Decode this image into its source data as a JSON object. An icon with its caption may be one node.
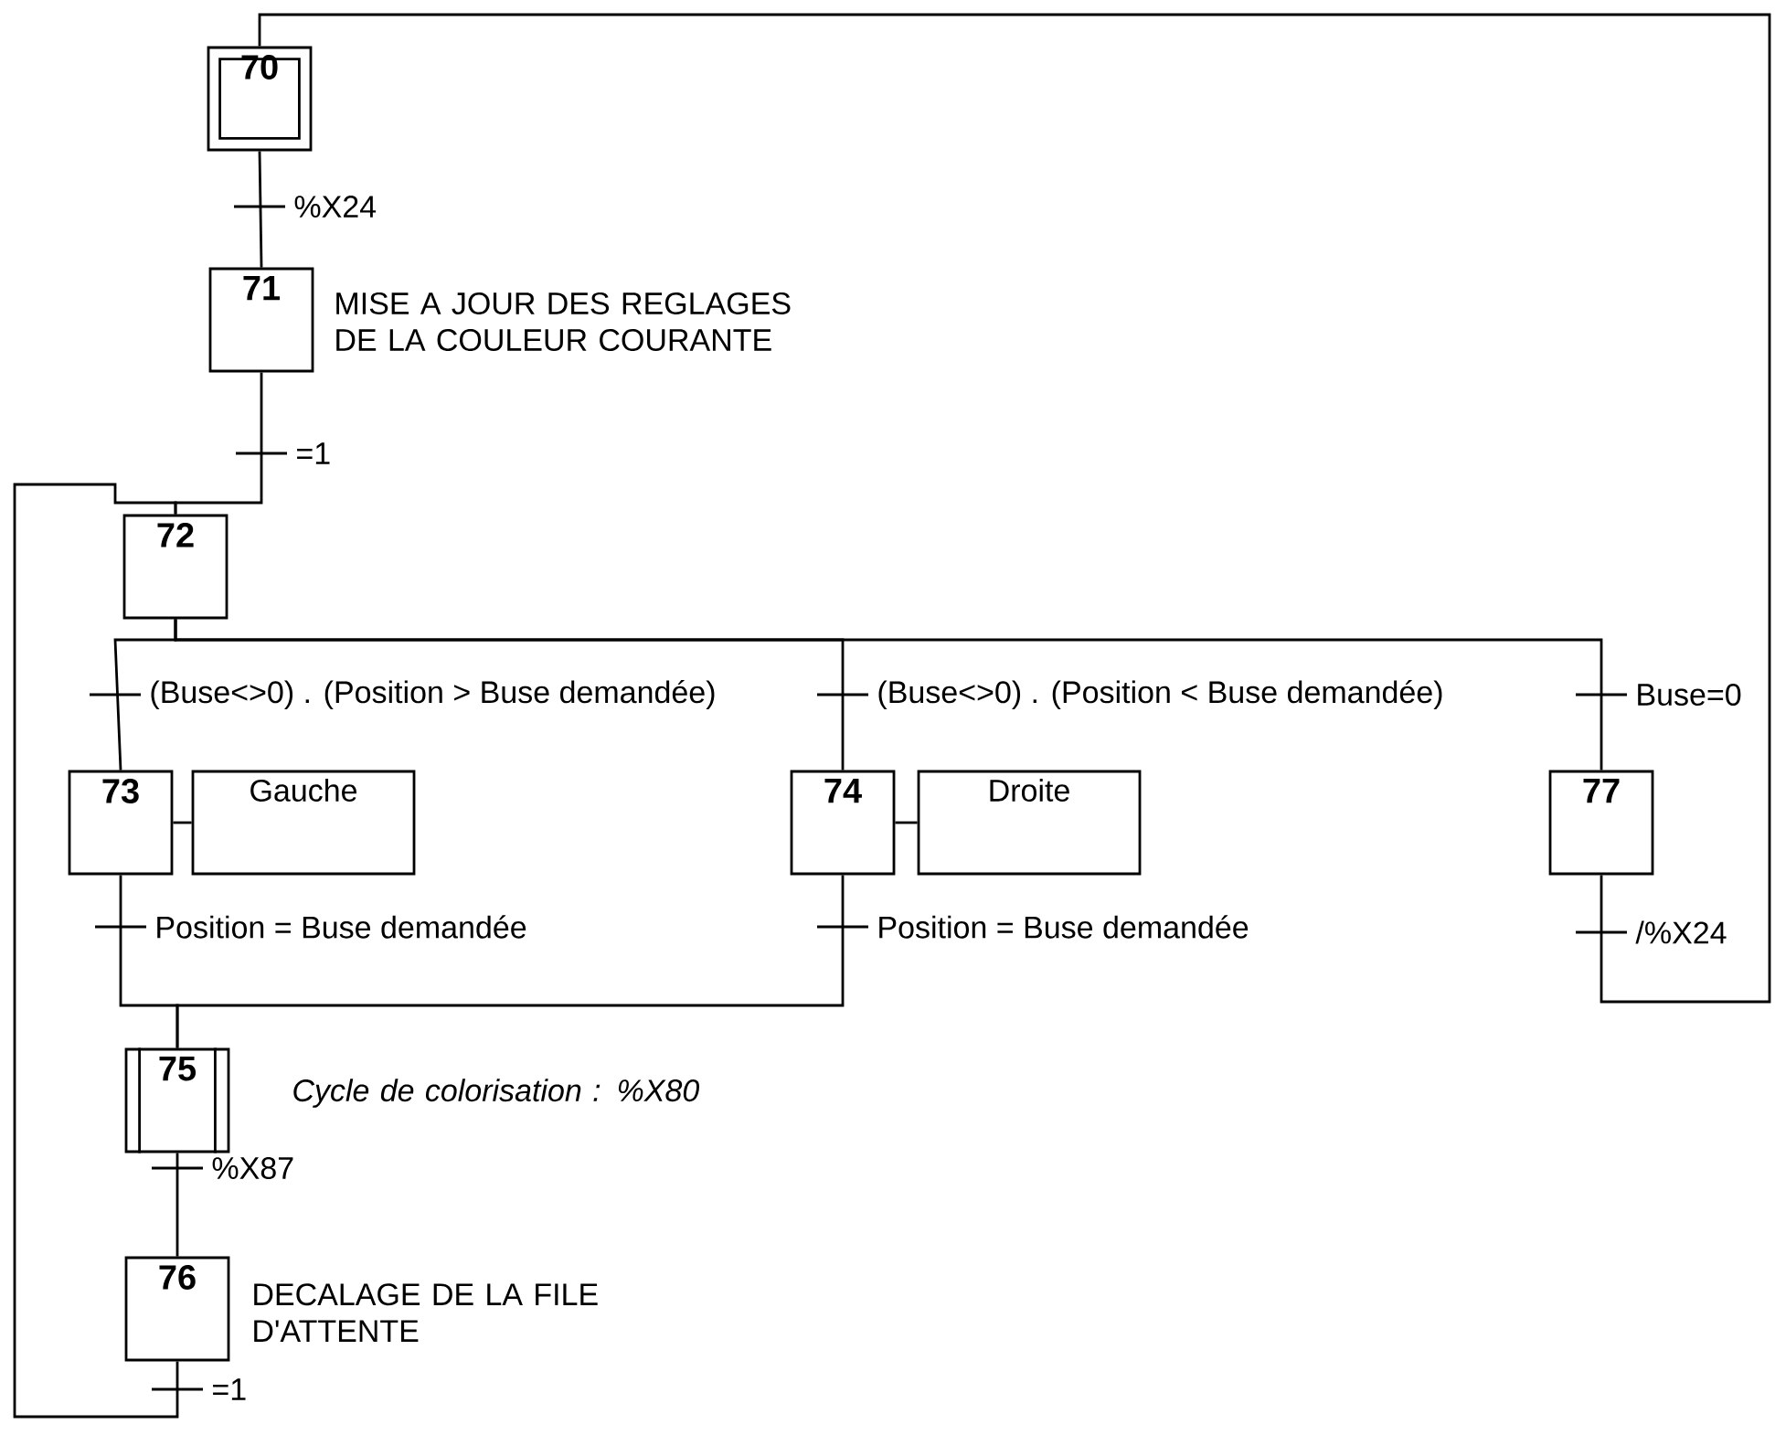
{
  "diagram": {
    "nodes": [
      {
        "text": [
          "70"
        ]
      },
      {
        "text": [
          "71"
        ],
        "beside": [
          "MISE A JOUR DES REGLAGES DE LA COULEUR COURANTE"
        ]
      },
      {
        "text": [
          "72"
        ]
      },
      {
        "text": [
          "73"
        ]
      },
      {
        "text": [
          "Gauche"
        ]
      },
      {
        "text": [
          "74"
        ]
      },
      {
        "text": [
          "Droite"
        ]
      },
      {
        "text": [
          "77"
        ]
      },
      {
        "text": [
          "75"
        ],
        "beside": [
          "Cycle de colorisation : %X80"
        ]
      },
      {
        "text": [
          "76"
        ],
        "beside": [
          "DECALAGE DE LA FILE D'ATTENTE"
        ]
      }
    ],
    "edges": [
      {
        "from": 0,
        "to": 1,
        "arrow": "none",
        "label": "%X24"
      },
      {
        "from": 1,
        "to": 2,
        "arrow": "none",
        "label": "=1"
      },
      {
        "from": 2,
        "to": 3,
        "arrow": "none",
        "label": "(Buse<>0) . (Position > Buse demandée)"
      },
      {
        "from": 3,
        "to": 4,
        "arrow": "none"
      },
      {
        "from": 2,
        "to": 5,
        "arrow": "none",
        "label": "(Buse<>0) . (Position < Buse demandée)"
      },
      {
        "from": 5,
        "to": 6,
        "arrow": "none"
      },
      {
        "from": 2,
        "to": 7,
        "arrow": "none",
        "label": "Buse=0"
      },
      {
        "from": 3,
        "to": 8,
        "arrow": "none",
        "label": "Position = Buse demandée"
      },
      {
        "from": 5,
        "to": 8,
        "arrow": "none",
        "label": "Position = Buse demandée"
      },
      {
        "from": 8,
        "to": 9,
        "arrow": "none",
        "label": "%X87"
      },
      {
        "from": 9,
        "to": 2,
        "arrow": "none",
        "label": "=1"
      },
      {
        "from": 7,
        "to": 0,
        "arrow": "none",
        "label": "/%X24"
      }
    ]
  }
}
